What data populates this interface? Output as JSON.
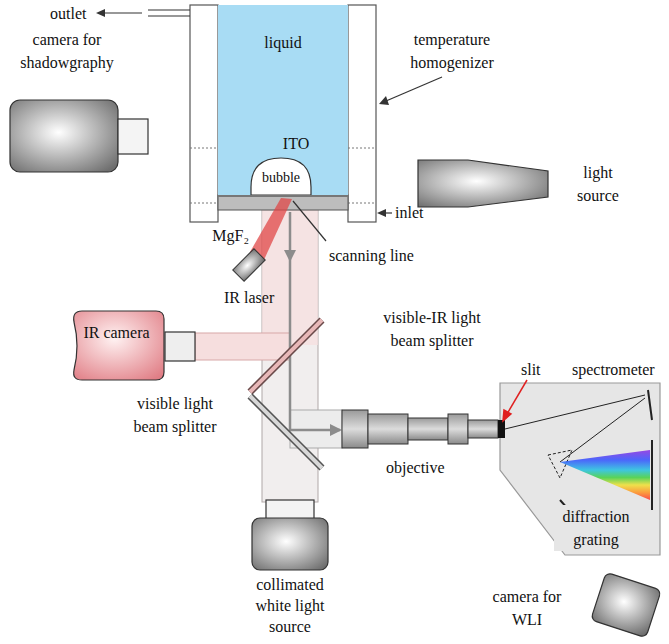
{
  "diagram": {
    "nodes": [
      {
        "text": [
          "liquid"
        ]
      },
      {
        "text": [
          "bubble"
        ],
        "in": 0
      },
      {
        "text": [
          "IR camera"
        ]
      }
    ],
    "labels": [
      "outlet",
      "temperature homogenizer",
      "camera for shadowgraphy",
      "ITO",
      "light source",
      "inlet",
      "MgF₂",
      "scanning line",
      "IR laser",
      "visible-IR light beam splitter",
      "visible light beam splitter",
      "objective",
      "slit",
      "spectrometer",
      "diffraction grating",
      "collimated white light source",
      "camera for WLI"
    ]
  }
}
